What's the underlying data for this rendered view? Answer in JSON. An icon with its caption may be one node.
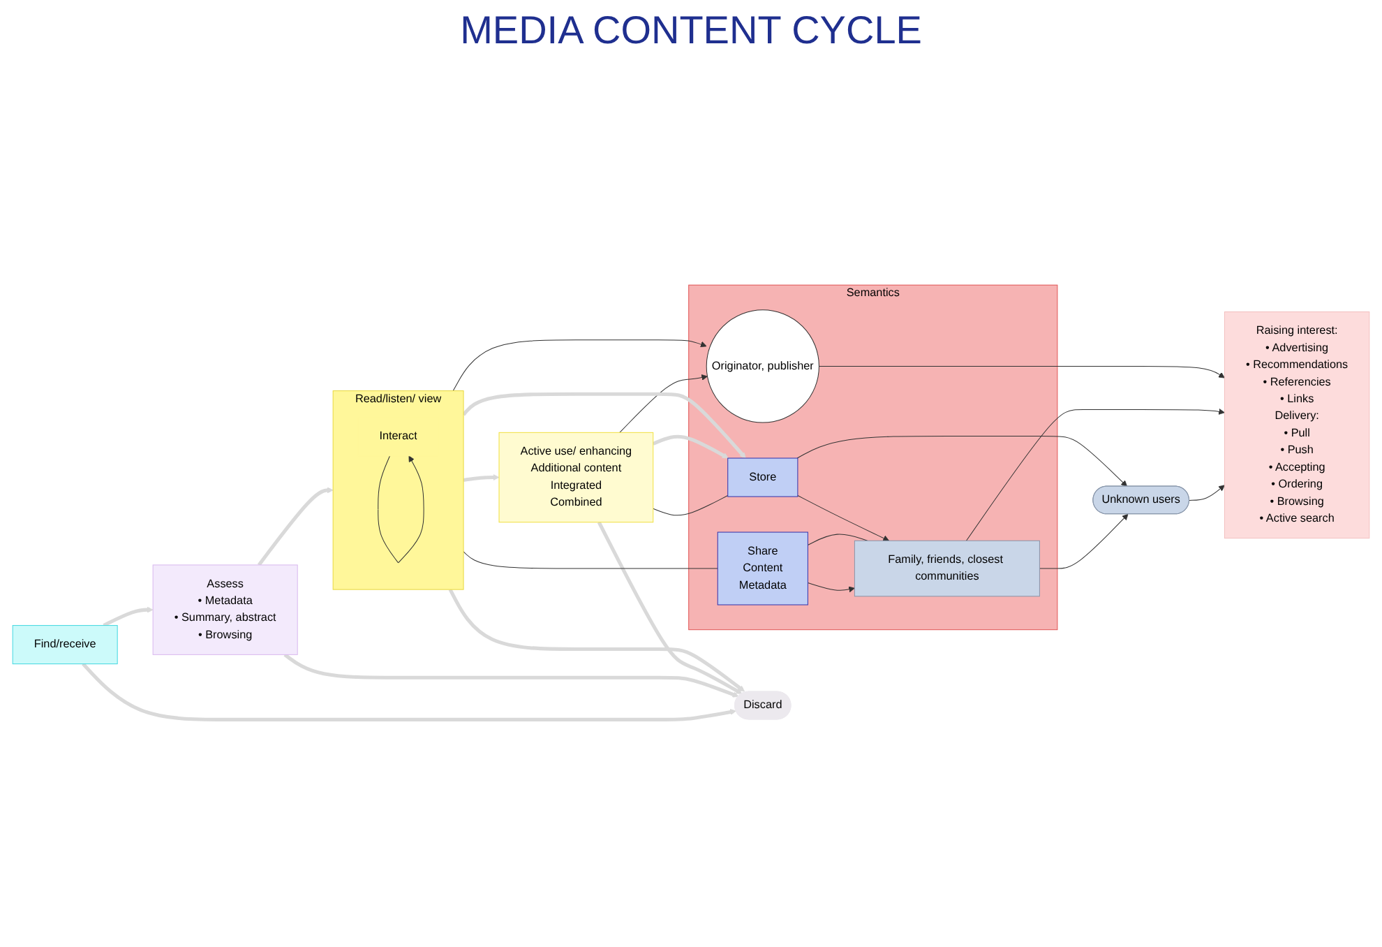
{
  "diagram": {
    "title": "MEDIA CONTENT CYCLE",
    "nodes": [
      {
        "text": [
          "Unknown users"
        ]
      },
      {
        "text": [
          "Semantics"
        ]
      },
      {
        "text": [
          "Family, friends, closest communities"
        ],
        "in": 1
      },
      {
        "text": [
          "Originator, publisher"
        ],
        "in": 1
      },
      {
        "text": [
          "Share",
          "Content",
          "Metadata"
        ],
        "in": 1
      },
      {
        "text": [
          "Store"
        ],
        "in": 1
      },
      {
        "text": [
          "Raising interest:",
          "• Advertising",
          "• Recommendations",
          "• Referencies",
          "• Links",
          "Delivery:",
          "• Pull",
          "• Push",
          "• Accepting",
          "• Ordering",
          "• Browsing",
          "• Active search"
        ]
      },
      {
        "text": [
          "Find/receive"
        ]
      },
      {
        "text": [
          "Assess",
          "• Metadata",
          "• Summary, abstract",
          "• Browsing"
        ]
      },
      {
        "text": [
          "Read/listen/ view"
        ]
      },
      {
        "text": [
          "Interact"
        ],
        "in": 9
      },
      {
        "text": [
          "Active use/ enhancing",
          "Additional content",
          "Integrated",
          "Combined"
        ]
      },
      {
        "text": [
          "Discard"
        ]
      }
    ],
    "edges": [
      {
        "from": 0,
        "to": 6,
        "arrow": "to"
      },
      {
        "from": 2,
        "to": 6,
        "arrow": "to"
      },
      {
        "from": 3,
        "to": 6,
        "arrow": "to"
      },
      {
        "from": 9,
        "to": 3,
        "arrow": "to"
      },
      {
        "from": 11,
        "to": 3,
        "arrow": "to"
      },
      {
        "from": 4,
        "to": 2,
        "arrow": "to"
      },
      {
        "from": 4,
        "to": 2,
        "arrow": "none"
      },
      {
        "from": 9,
        "to": 4,
        "arrow": "none"
      },
      {
        "from": 2,
        "to": 0,
        "arrow": "to"
      },
      {
        "from": 5,
        "to": 2,
        "arrow": "to"
      },
      {
        "from": 5,
        "to": 0,
        "arrow": "to"
      },
      {
        "from": 11,
        "to": 5,
        "arrow": "none"
      },
      {
        "from": 10,
        "to": 10,
        "arrow": "to"
      },
      {
        "from": 7,
        "to": 8,
        "arrow": "to",
        "style": "thick",
        "color": "#d9d9d9"
      },
      {
        "from": 8,
        "to": 9,
        "arrow": "to",
        "style": "thick",
        "color": "#d9d9d9"
      },
      {
        "from": 9,
        "to": 11,
        "arrow": "to",
        "style": "thick",
        "color": "#d9d9d9"
      },
      {
        "from": 9,
        "to": 5,
        "arrow": "to",
        "style": "thick",
        "color": "#d9d9d9"
      },
      {
        "from": 11,
        "to": 5,
        "arrow": "to",
        "style": "thick",
        "color": "#d9d9d9"
      },
      {
        "from": 7,
        "to": 12,
        "arrow": "to",
        "style": "thick",
        "color": "#d9d9d9"
      },
      {
        "from": 8,
        "to": 12,
        "arrow": "to",
        "style": "thick",
        "color": "#d9d9d9"
      },
      {
        "from": 9,
        "to": 12,
        "arrow": "to",
        "style": "thick",
        "color": "#d9d9d9"
      },
      {
        "from": 11,
        "to": 12,
        "arrow": "to",
        "style": "thick",
        "color": "#d9d9d9"
      }
    ]
  }
}
